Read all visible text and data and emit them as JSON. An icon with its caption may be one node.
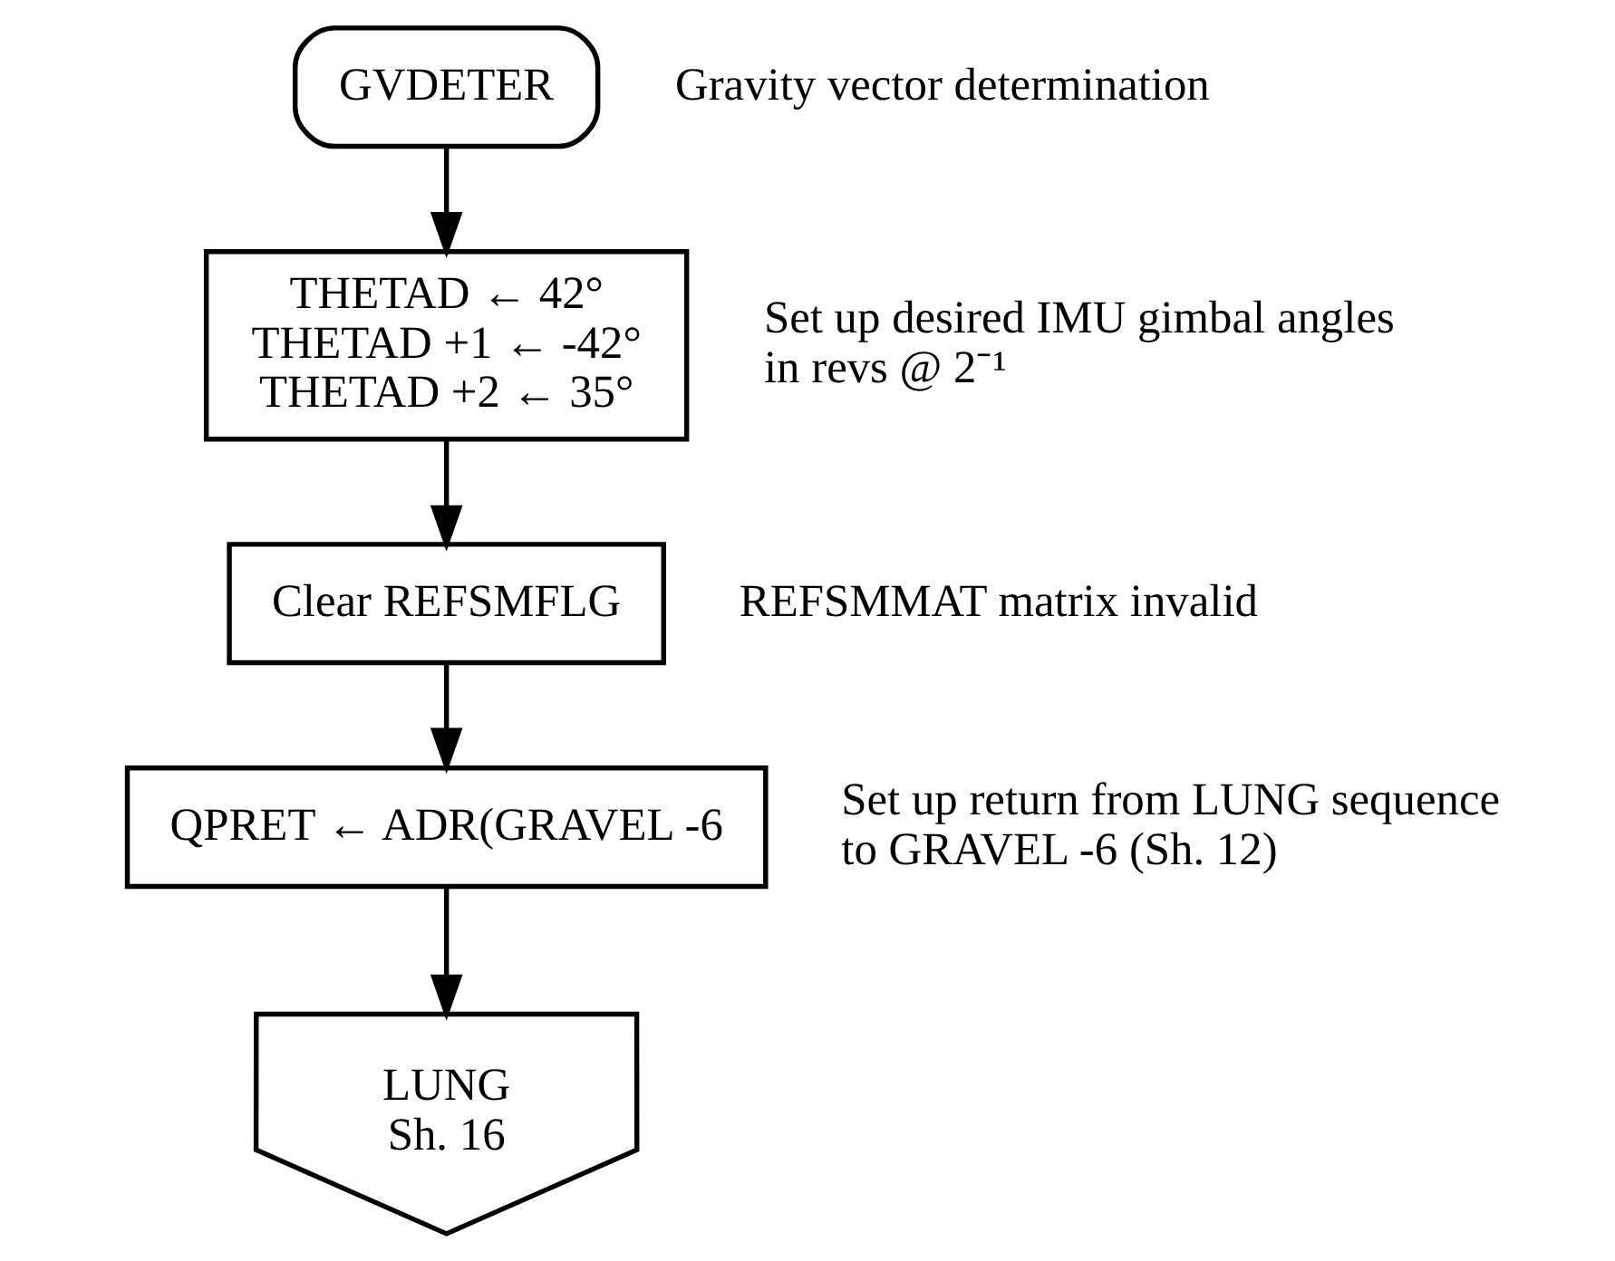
{
  "diagram": {
    "nodes": [
      {
        "text": [
          "GVDETER"
        ],
        "beside": [
          "Gravity vector determination"
        ]
      },
      {
        "text": [
          "THETAD ← 42°",
          "THETAD +1 ← -42°",
          "THETAD +2 ← 35°"
        ],
        "beside": [
          "Set up desired IMU gimbal angles in revs @ 2⁻¹"
        ]
      },
      {
        "text": [
          "Clear REFSMFLG"
        ],
        "beside": [
          "REFSMMAT matrix invalid"
        ]
      },
      {
        "text": [
          "QPRET ← ADR(GRAVEL -6"
        ],
        "beside": [
          "Set up return from LUNG sequence to GRAVEL -6 (Sh. 12)"
        ]
      },
      {
        "text": [
          "LUNG",
          "Sh. 16"
        ]
      }
    ],
    "edges": [
      {
        "from": 0,
        "to": 1,
        "arrow": "to"
      },
      {
        "from": 1,
        "to": 2,
        "arrow": "to"
      },
      {
        "from": 2,
        "to": 3,
        "arrow": "to"
      },
      {
        "from": 3,
        "to": 4,
        "arrow": "to"
      }
    ]
  }
}
